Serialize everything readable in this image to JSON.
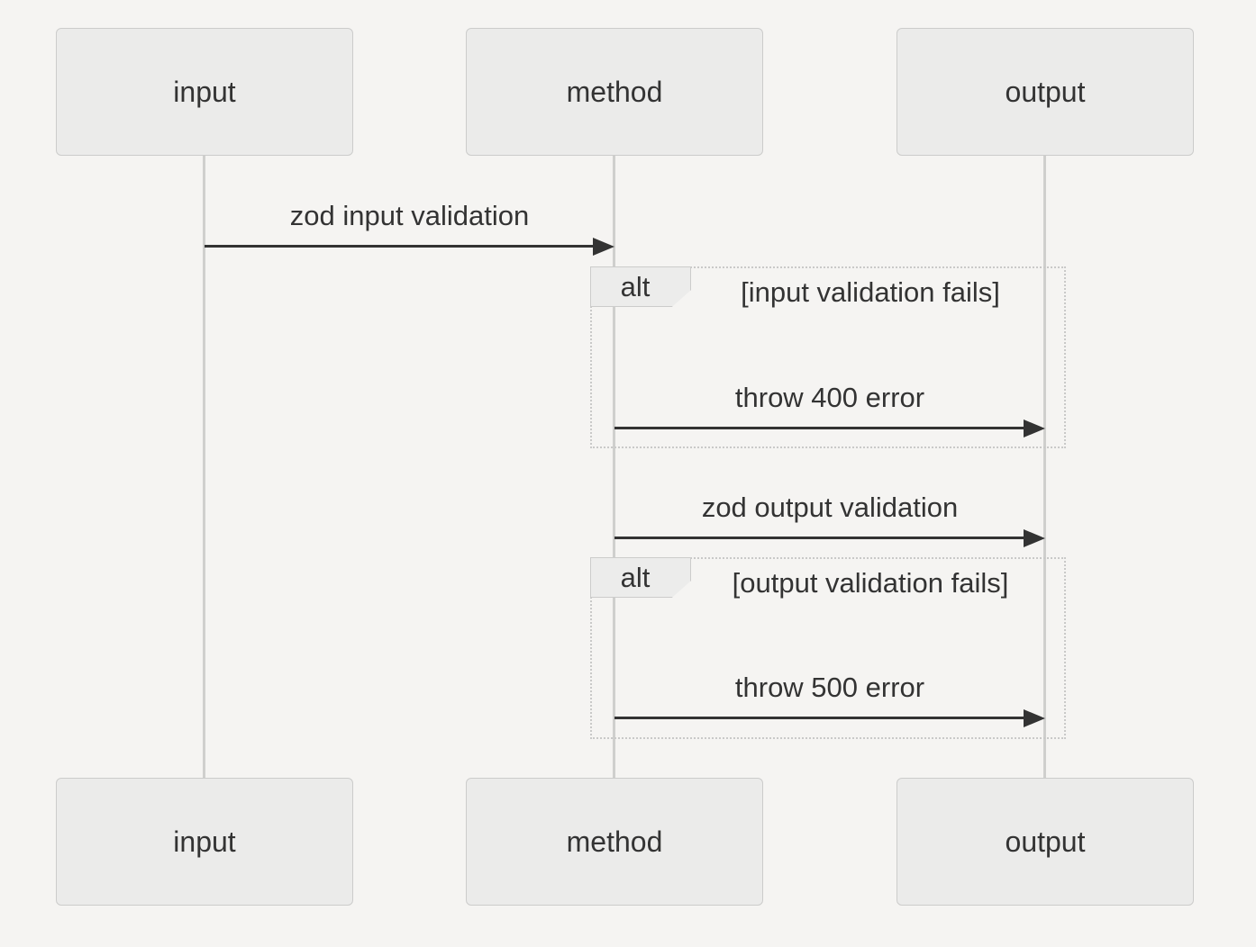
{
  "diagram": {
    "type": "sequence-diagram",
    "colors": {
      "background": "#f5f4f2",
      "actor_fill": "#ebebea",
      "actor_border": "#cccccb",
      "lifeline": "#cfcfcd",
      "frame_border": "#c9c9c8",
      "arrow": "#333333",
      "text": "#333333"
    },
    "actors": [
      {
        "id": "input",
        "label": "input"
      },
      {
        "id": "method",
        "label": "method"
      },
      {
        "id": "output",
        "label": "output"
      }
    ],
    "messages": [
      {
        "from": "input",
        "to": "method",
        "label": "zod input validation",
        "arrow": "solid-filled-head"
      },
      {
        "from": "method",
        "to": "output",
        "label": "throw 400 error",
        "arrow": "solid-filled-head"
      },
      {
        "from": "method",
        "to": "output",
        "label": "zod output validation",
        "arrow": "solid-filled-head"
      },
      {
        "from": "method",
        "to": "output",
        "label": "throw 500 error",
        "arrow": "solid-filled-head"
      }
    ],
    "frames": [
      {
        "operator": "alt",
        "condition": "[input validation fails]",
        "contains_message": "throw 400 error"
      },
      {
        "operator": "alt",
        "condition": "[output validation fails]",
        "contains_message": "throw 500 error"
      }
    ]
  }
}
